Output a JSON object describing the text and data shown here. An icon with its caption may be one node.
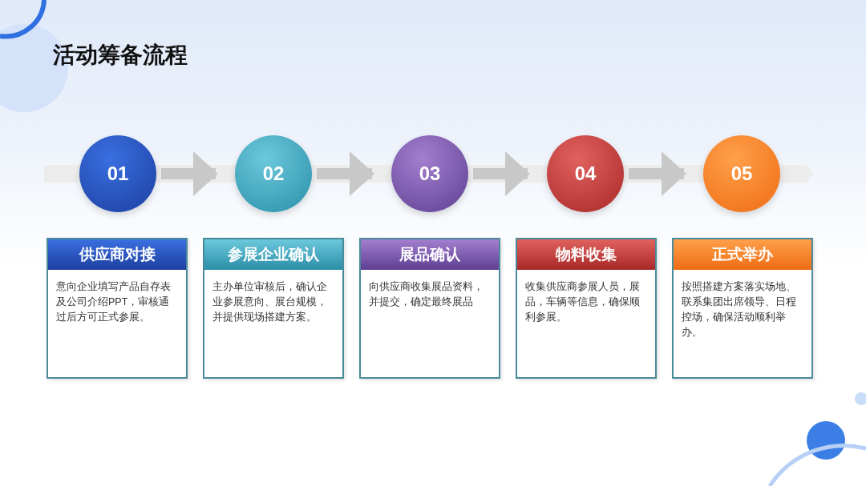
{
  "diagram": {
    "title": "活动筹备流程",
    "nodes": [
      {
        "text": [
          "01"
        ]
      },
      {
        "text": [
          "02"
        ]
      },
      {
        "text": [
          "03"
        ]
      },
      {
        "text": [
          "04"
        ]
      },
      {
        "text": [
          "05"
        ]
      },
      {
        "text": [
          "供应商对接",
          "意向企业填写产品自存表及公司介绍PPT，审核通过后方可正式参展。"
        ]
      },
      {
        "text": [
          "参展企业确认",
          "主办单位审核后，确认企业参展意向、展台规模，并提供现场搭建方案。"
        ]
      },
      {
        "text": [
          "展品确认",
          "向供应商收集展品资料，并提交，确定最终展品"
        ]
      },
      {
        "text": [
          "物料收集",
          "收集供应商参展人员，展品，车辆等信息，确保顺利参展。"
        ]
      },
      {
        "text": [
          "正式举办",
          "按照搭建方案落实场地、联系集团出席领导、日程控场，确保活动顺利举办。"
        ]
      }
    ],
    "edges": [
      {
        "from": 0,
        "to": 1,
        "arrow": "to"
      },
      {
        "from": 1,
        "to": 2,
        "arrow": "to"
      },
      {
        "from": 2,
        "to": 3,
        "arrow": "to"
      },
      {
        "from": 3,
        "to": 4,
        "arrow": "to"
      }
    ]
  }
}
